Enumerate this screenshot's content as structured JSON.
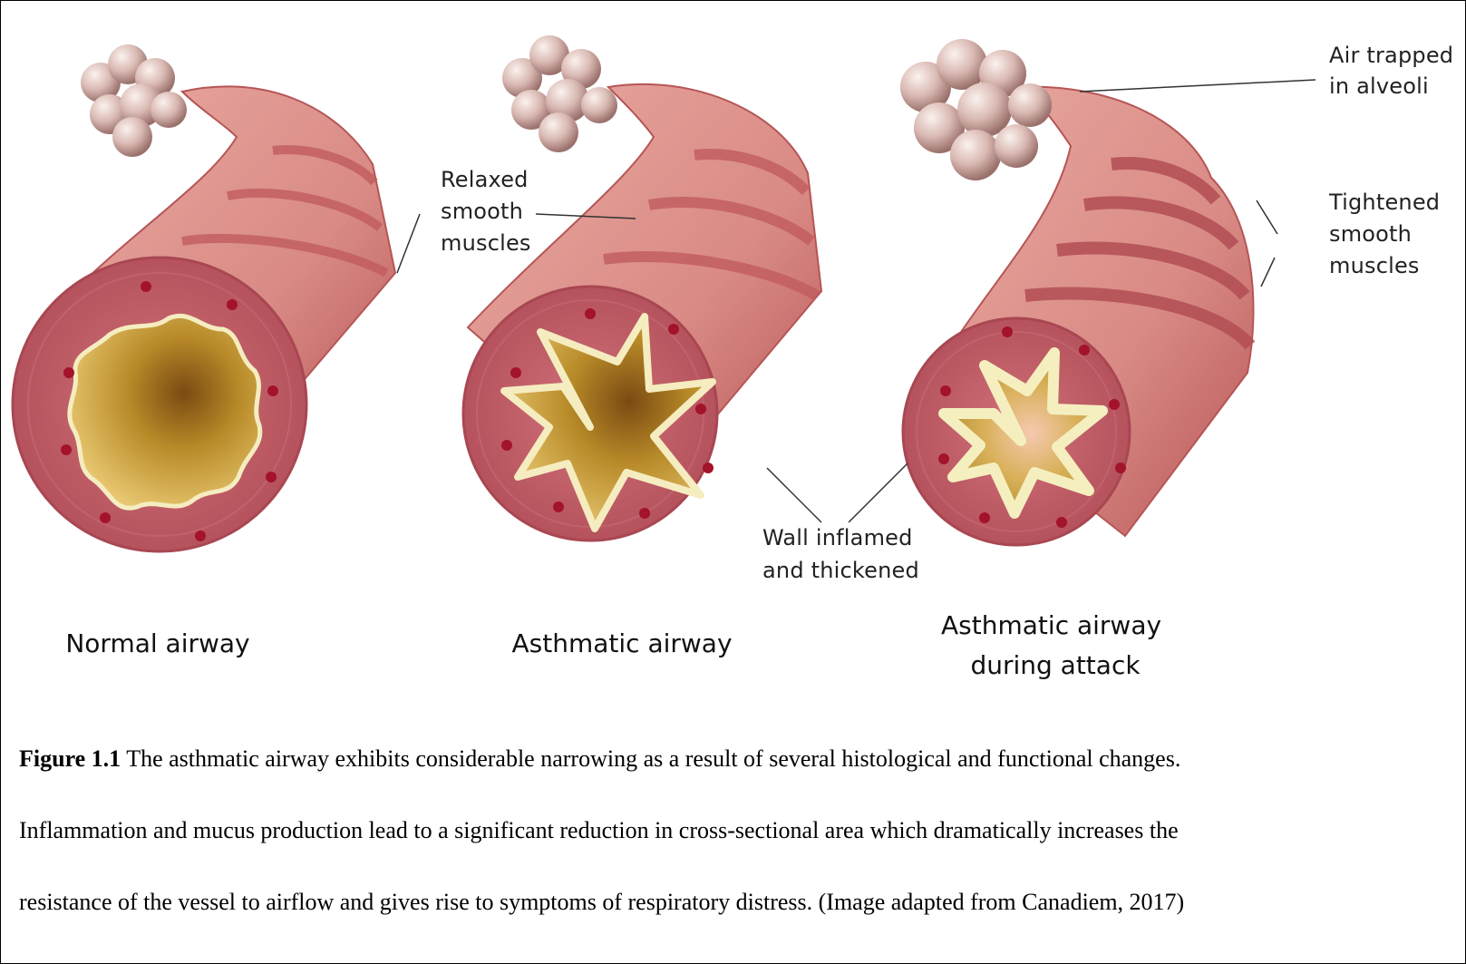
{
  "labels": {
    "relaxed_smooth_muscles": [
      "Relaxed",
      "smooth",
      "muscles"
    ],
    "air_trapped": [
      "Air trapped",
      "in alveoli"
    ],
    "tightened_smooth_muscles": [
      "Tightened",
      "smooth",
      "muscles"
    ],
    "wall_inflamed": [
      "Wall inflamed",
      "and thickened"
    ]
  },
  "panel_titles": {
    "normal": [
      "Normal airway"
    ],
    "asthmatic": [
      "Asthmatic airway"
    ],
    "attack": [
      "Asthmatic airway",
      "during attack"
    ]
  },
  "caption": {
    "figure_number": "Figure 1.1",
    "line1_rest": " The asthmatic airway exhibits considerable narrowing as a result of several histological and functional changes.",
    "line2": "Inflammation and mucus production lead to a significant reduction in cross-sectional area which dramatically increases the",
    "line3": "resistance of the vessel to airflow and gives rise to symptoms of respiratory distress. (Image adapted from Canadiem, 2017)"
  },
  "colors": {
    "tube": "#d98a84",
    "tube_dark": "#b65556",
    "inner_wall": "#c4606a",
    "lumen": "#c9a02e",
    "mucus": "#f3f0c4",
    "alveoli": "#dcbdb8",
    "leader": "#333333"
  }
}
